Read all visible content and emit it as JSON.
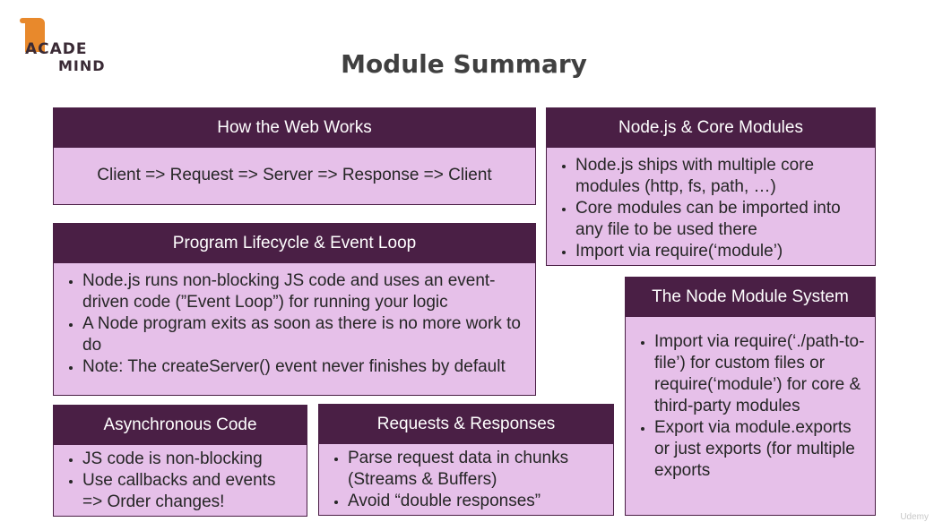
{
  "logo": {
    "line1": "ACADE",
    "line2": "MIND"
  },
  "title": "Module Summary",
  "cards": {
    "web": {
      "title": "How the Web Works",
      "text": "Client => Request => Server => Response => Client"
    },
    "lifecycle": {
      "title": "Program Lifecycle & Event Loop",
      "items": [
        "Node.js runs non-blocking JS code and uses an event-driven code (”Event Loop”) for running your logic",
        "A Node program exits as soon as there is no more work to do",
        "Note: The createServer() event never finishes by default"
      ]
    },
    "core": {
      "title": "Node.js & Core Modules",
      "items": [
        "Node.js ships with multiple core modules (http, fs, path, …)",
        "Core modules can be imported into any file to be used there",
        "Import via require(‘module’)"
      ]
    },
    "modsys": {
      "title": "The Node Module System",
      "items": [
        "Import via require(‘./path-to-file’) for custom files or require(‘module’) for core & third-party modules",
        "Export via module.exports or just exports (for multiple exports"
      ]
    },
    "async": {
      "title": "Asynchronous Code",
      "items": [
        "JS code is non-blocking",
        "Use callbacks and events => Order changes!"
      ]
    },
    "reqres": {
      "title": "Requests & Responses",
      "items": [
        "Parse request data in chunks (Streams & Buffers)",
        "Avoid “double responses”"
      ]
    }
  },
  "watermark": "Udemy"
}
